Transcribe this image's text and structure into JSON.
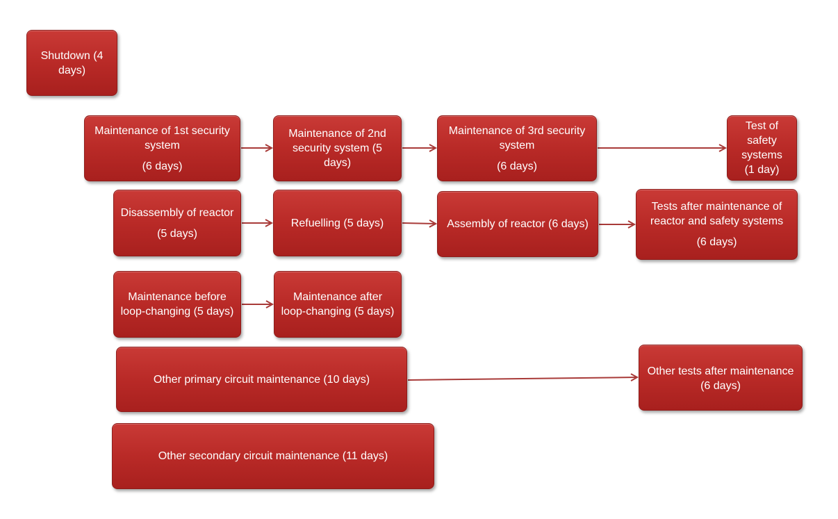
{
  "colors": {
    "box": "#b92a27",
    "arrow": "#a83a38"
  },
  "boxes": {
    "shutdown": [
      "Shutdown (4",
      "days)"
    ],
    "m1": [
      "Maintenance of 1st security",
      "system",
      "(6 days)"
    ],
    "m2": [
      "Maintenance of 2nd",
      "security system (5",
      "days)"
    ],
    "m3": [
      "Maintenance of 3rd security",
      "system",
      "(6 days)"
    ],
    "test_safety": [
      "Test of",
      "safety",
      "systems",
      "(1 day)"
    ],
    "disassembly": [
      "Disassembly of reactor",
      "(5 days)"
    ],
    "refuelling": [
      "Refuelling (5 days)"
    ],
    "assembly": [
      "Assembly of reactor (6 days)"
    ],
    "tests_after": [
      "Tests after maintenance of",
      "reactor and safety systems",
      "(6 days)"
    ],
    "before_loop": [
      "Maintenance before",
      "loop-changing (5 days)"
    ],
    "after_loop": [
      "Maintenance after",
      "loop-changing (5 days)"
    ],
    "primary": [
      "Other primary circuit maintenance (10 days)"
    ],
    "other_tests": [
      "Other tests after maintenance",
      "(6 days)"
    ],
    "secondary": [
      "Other secondary circuit maintenance (11 days)"
    ]
  }
}
